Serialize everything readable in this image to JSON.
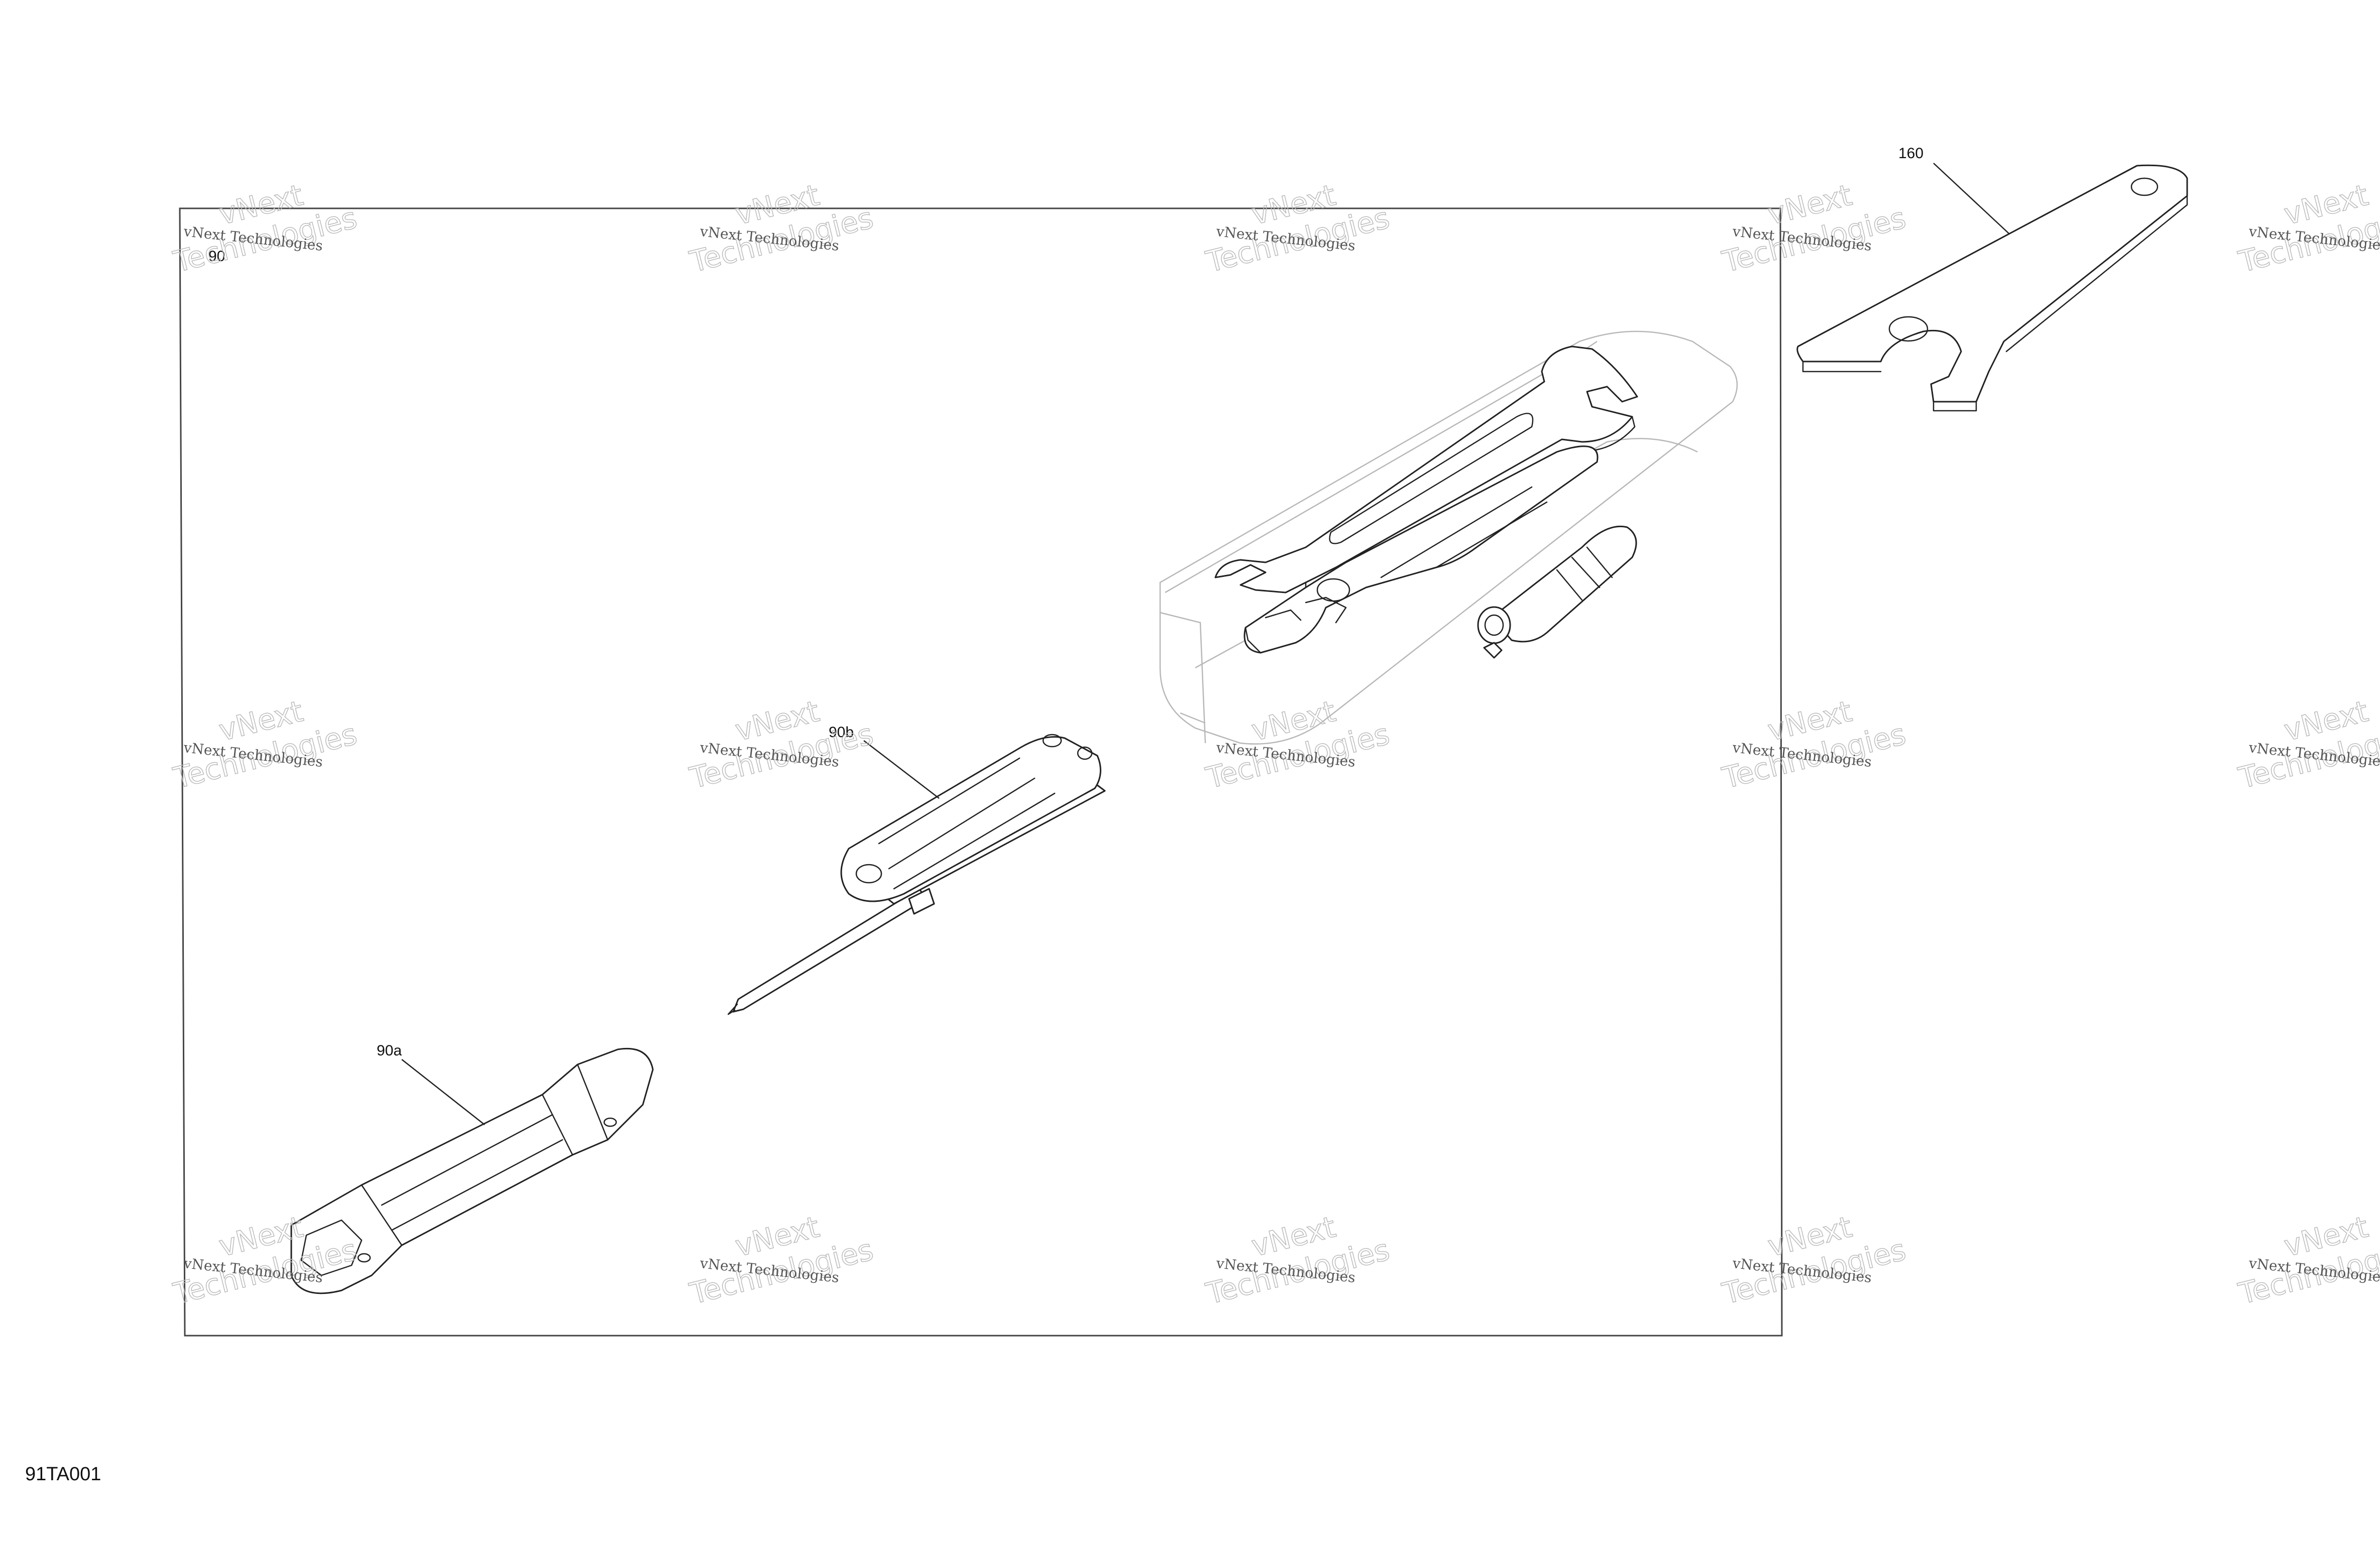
{
  "diagram": {
    "code": "91TA001",
    "callouts": {
      "kit": "90",
      "spark_plug_wrench": "90a",
      "screwdriver": "90b",
      "spanner": "160"
    },
    "watermark": {
      "line": "vNext Technologies",
      "big_top": "vNext",
      "big_bottom": "Technologies"
    }
  }
}
